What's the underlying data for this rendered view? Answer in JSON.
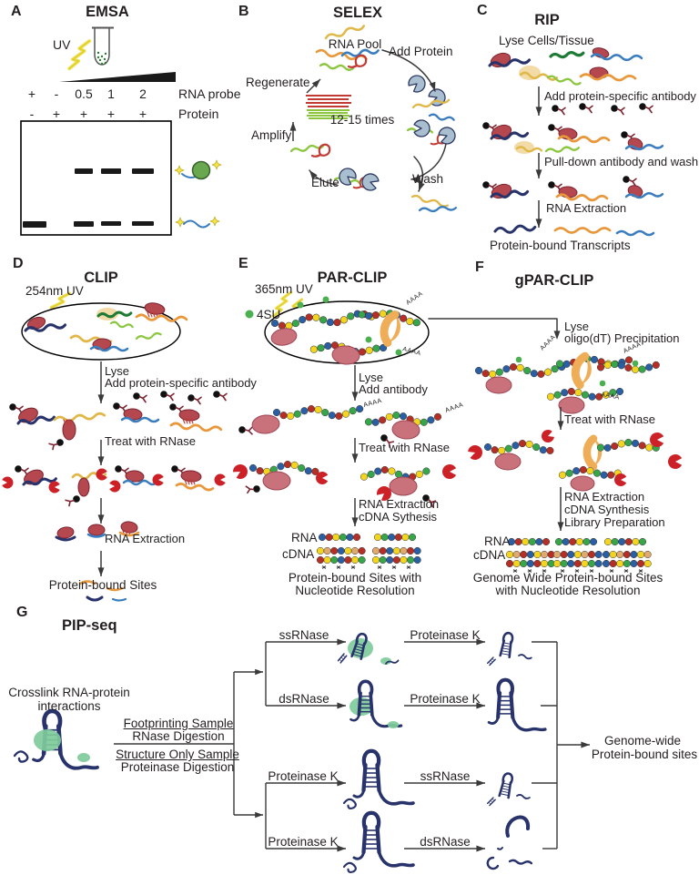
{
  "colors": {
    "navy": "#28336b",
    "orange": "#e8973a",
    "red": "#c13a33",
    "maroon_protein": "#b5474e",
    "pink_protein": "#c9727b",
    "green_dark": "#1e7a34",
    "green_light": "#8cc63f",
    "green_blob": "#7fcb9b",
    "blue": "#3a7dbf",
    "yellow": "#e0b84a",
    "tan": "#f2dba6",
    "gray_blue_protein": "#a9becf",
    "rnase_red": "#cc2127",
    "bolt_yellow": "#efdf4a",
    "bead_red": "#b52f27",
    "bead_blue": "#2b5fa3",
    "bead_green": "#37a64a",
    "bead_yellow": "#f3d520",
    "bead_tan": "#e0a96e"
  },
  "art": {
    "polya": "AAAA"
  },
  "panels": {
    "a": {
      "letter": "A",
      "title": "EMSA",
      "uv_label": "UV",
      "lane_row1": [
        "+",
        "-",
        "0.5",
        "1",
        "2"
      ],
      "lane_row1_label": "RNA probe",
      "lane_row2": [
        "-",
        "+",
        "+",
        "+",
        "+"
      ],
      "lane_row2_label": "Protein"
    },
    "b": {
      "letter": "B",
      "title": "SELEX",
      "rna_pool": "RNA Pool",
      "add_protein": "Add Protein",
      "cycles": "12-15 times",
      "regenerate": "Regenerate",
      "amplify": "Amplify",
      "elute": "Elute",
      "wash": "Wash"
    },
    "c": {
      "letter": "C",
      "title": "RIP",
      "step1": "Lyse Cells/Tissue",
      "step2": "Add protein-specific antibody",
      "step3": "Pull-down antibody and wash",
      "step4": "RNA Extraction",
      "result": "Protein-bound Transcripts"
    },
    "d": {
      "letter": "D",
      "title": "CLIP",
      "uv": "254nm UV",
      "step1a": "Lyse",
      "step1b": "Add protein-specific antibody",
      "step2": "Treat with RNase",
      "step3": "RNA Extraction",
      "result": "Protein-bound Sites"
    },
    "e": {
      "letter": "E",
      "title": "PAR-CLIP",
      "uv": "365nm UV",
      "su4": "4SU",
      "step1a": "Lyse",
      "step1b": "Add antibody",
      "step2": "Treat with RNase",
      "step3a": "RNA Extraction",
      "step3b": "cDNA Sythesis",
      "rna_label": "RNA",
      "cdna_label": "cDNA",
      "result1": "Protein-bound Sites with",
      "result2": "Nucleotide Resolution"
    },
    "f": {
      "letter": "F",
      "title": "gPAR-CLIP",
      "step1a": "Lyse",
      "step1b": "oligo(dT) Precipitation",
      "step2": "Treat with RNase",
      "step3a": "RNA Extraction",
      "step3b": "cDNA Synthesis",
      "step3c": "Library Preparation",
      "rna_label": "RNA",
      "cdna_label": "cDNA",
      "result1": "Genome Wide Protein-bound Sites",
      "result2": "with Nucleotide Resolution"
    },
    "g": {
      "letter": "G",
      "title": "PIP-seq",
      "crosslink1": "Crosslink RNA-protein",
      "crosslink2": "interactions",
      "footprint1": "Footprinting Sample",
      "footprint2": "RNase Digestion",
      "structure1": "Structure Only Sample",
      "structure2": "Proteinase Digestion",
      "ssrnase": "ssRNase",
      "dsrnase": "dsRNase",
      "proteinase_k": "Proteinase K",
      "result1": "Genome-wide",
      "result2": "Protein-bound sites"
    }
  }
}
